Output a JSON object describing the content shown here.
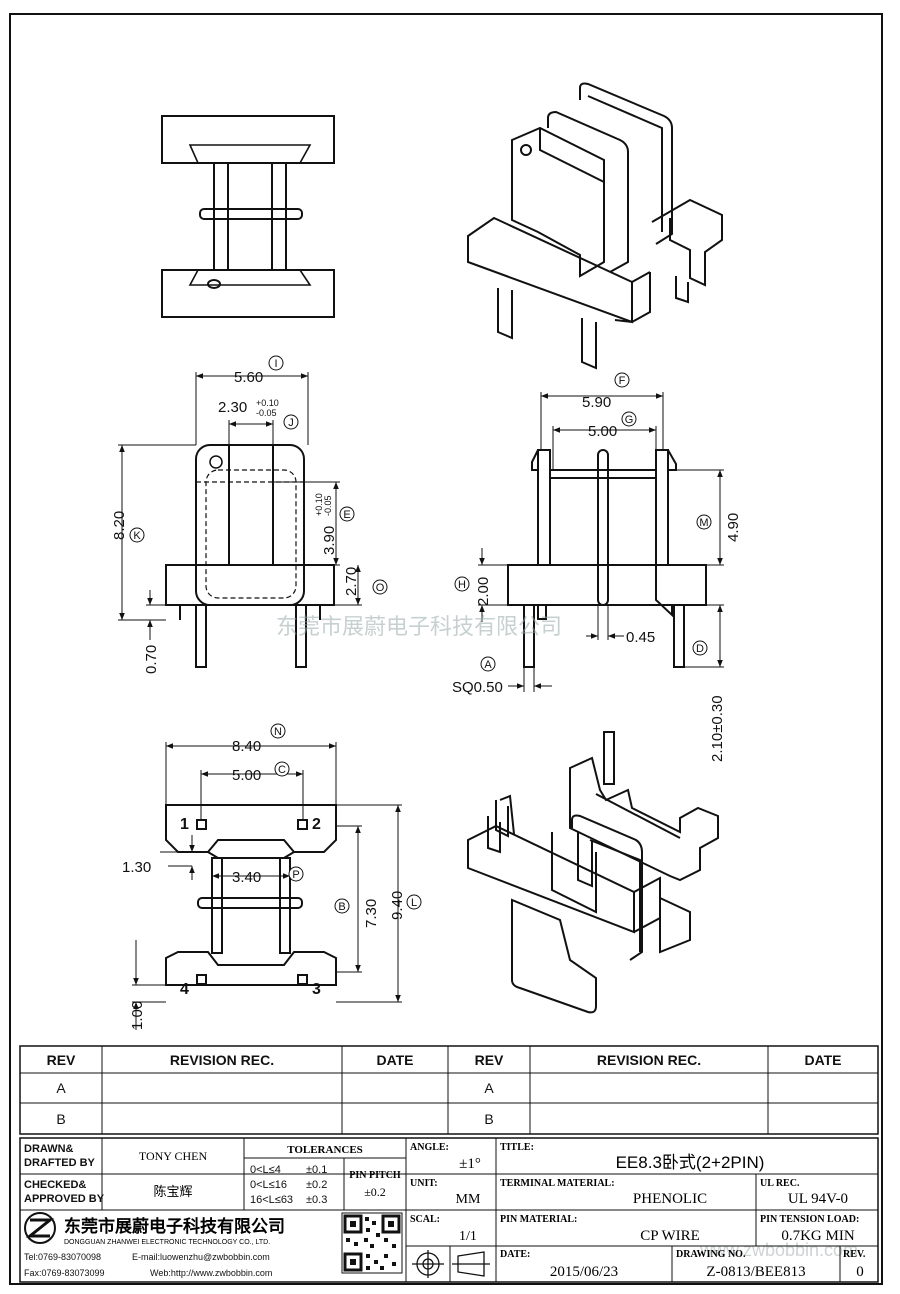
{
  "drawing": {
    "watermark": "东莞市展蔚电子科技有限公司",
    "watermark_url": "www.zwbobbin.com",
    "dims": {
      "i": "5.60",
      "i_tag": "I",
      "j": "2.30",
      "j_tol_up": "+0.10",
      "j_tol_dn": "-0.05",
      "j_tag": "J",
      "e": "3.90",
      "e_tol_up": "+0.10",
      "e_tol_dn": "-0.05",
      "e_tag": "E",
      "k": "8.20",
      "k_tag": "K",
      "o": "2.70",
      "o_tag": "O",
      "p070": "0.70",
      "f": "5.90",
      "f_tag": "F",
      "g": "5.00",
      "g_tag": "G",
      "m": "4.90",
      "m_tag": "M",
      "h": "2.00",
      "h_tag": "H",
      "a": "SQ0.50",
      "a_tag": "A",
      "p045": "0.45",
      "d": "2.10±0.30",
      "d_tag": "D",
      "n": "8.40",
      "n_tag": "N",
      "c": "5.00",
      "c_tag": "C",
      "p130": "1.30",
      "p": "3.40",
      "p_tag": "P",
      "b": "7.30",
      "b_tag": "B",
      "l": "9.40",
      "l_tag": "L",
      "p100": "1.00",
      "pin1": "1",
      "pin2": "2",
      "pin3": "3",
      "pin4": "4"
    }
  },
  "revision": {
    "headers": [
      "REV",
      "REVISION REC.",
      "DATE",
      "REV",
      "REVISION REC.",
      "DATE"
    ],
    "rows": [
      [
        "A",
        "",
        "",
        "A",
        "",
        ""
      ],
      [
        "B",
        "",
        "",
        "B",
        "",
        ""
      ]
    ]
  },
  "title_block": {
    "drawn_label": "DRAWN&\nDRAFTED BY",
    "drawn_value": "TONY CHEN",
    "checked_label": "CHECKED&\nAPPROVED BY",
    "checked_value": "陈宝辉",
    "tolerances_label": "TOLERANCES",
    "tol_rows": [
      [
        "0<L≤4",
        "±0.1"
      ],
      [
        "0<L≤16",
        "±0.2"
      ],
      [
        "16<L≤63",
        "±0.3"
      ]
    ],
    "pin_pitch_label": "PIN PITCH",
    "pin_pitch_value": "±0.2",
    "angle_label": "ANGLE:",
    "angle_value": "±1°",
    "unit_label": "UNIT:",
    "unit_value": "MM",
    "scale_label": "SCAL:",
    "scale_value": "1/1",
    "title_label": "TITLE:",
    "title_value": "EE8.3卧式(2+2PIN)",
    "terminal_label": "TERMINAL MATERIAL:",
    "terminal_value": "PHENOLIC",
    "ul_label": "UL REC.",
    "ul_value": "UL 94V-0",
    "pin_material_label": "PIN MATERIAL:",
    "pin_material_value": "CP WIRE",
    "tension_label": "PIN TENSION LOAD:",
    "tension_value": "0.7KG MIN",
    "date_label": "DATE:",
    "date_value": "2015/06/23",
    "drawing_no_label": "DRAWING NO.",
    "drawing_no_value": "Z-0813/BEE813",
    "rev_label": "REV.",
    "rev_value": "0",
    "company_cn": "东莞市展蔚电子科技有限公司",
    "company_en": "DONGGUAN ZHANWEI ELECTRONIC TECHNOLOGY CO., LTD.",
    "tel": "Tel:0769-83070098",
    "email": "E-mail:luowenzhu@zwbobbin.com",
    "fax": "Fax:0769-83073099",
    "web": "Web:http://www.zwbobbin.com"
  }
}
